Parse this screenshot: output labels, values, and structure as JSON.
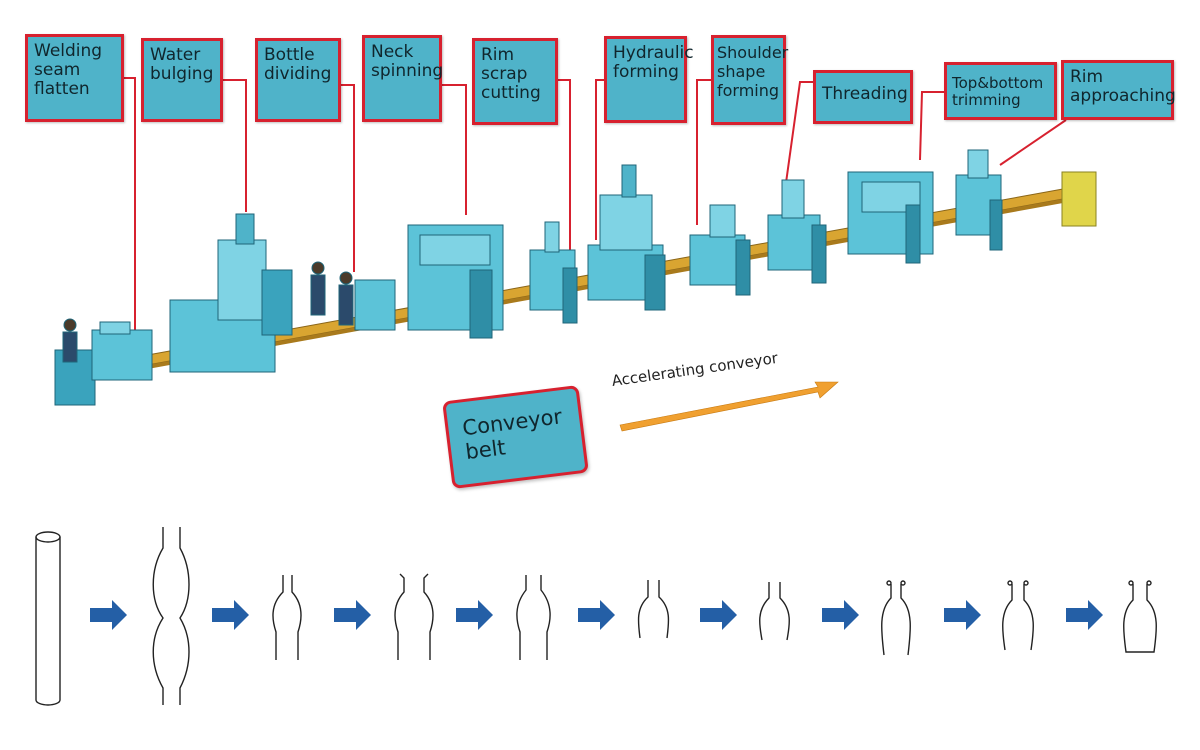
{
  "stations": [
    {
      "id": "welding-seam-flatten",
      "text": "Welding\nseam\nflatten"
    },
    {
      "id": "water-bulging",
      "text": "Water\nbulging"
    },
    {
      "id": "bottle-dividing",
      "text": "Bottle\ndividing"
    },
    {
      "id": "neck-spinning",
      "text": "Neck\nspinning"
    },
    {
      "id": "rim-scrap-cutting",
      "text": "Rim\nscrap\ncutting"
    },
    {
      "id": "hydraulic-forming",
      "text": "Hydraulic\nforming"
    },
    {
      "id": "shoulder-shape-forming",
      "text": "Shoulder\nshape\nforming"
    },
    {
      "id": "threading",
      "text": "Threading"
    },
    {
      "id": "top-bottom-trimming",
      "text": "Top&bottom\ntrimming"
    },
    {
      "id": "rim-approaching",
      "text": "Rim\napproaching"
    }
  ],
  "conveyor_belt_label": "Conveyor\nbelt",
  "accelerating_conveyor_label": "Accelerating conveyor",
  "process_steps_count": 10,
  "colors": {
    "label_fill": "#4fb3c9",
    "label_border": "#d7212f",
    "machine_fill": "#5cc3d8",
    "machine_dark": "#2f8ea6",
    "conveyor": "#d9a531",
    "step_arrow": "#245fa6",
    "accel_arrow": "#f0a030",
    "leader_line": "#d7212f"
  }
}
